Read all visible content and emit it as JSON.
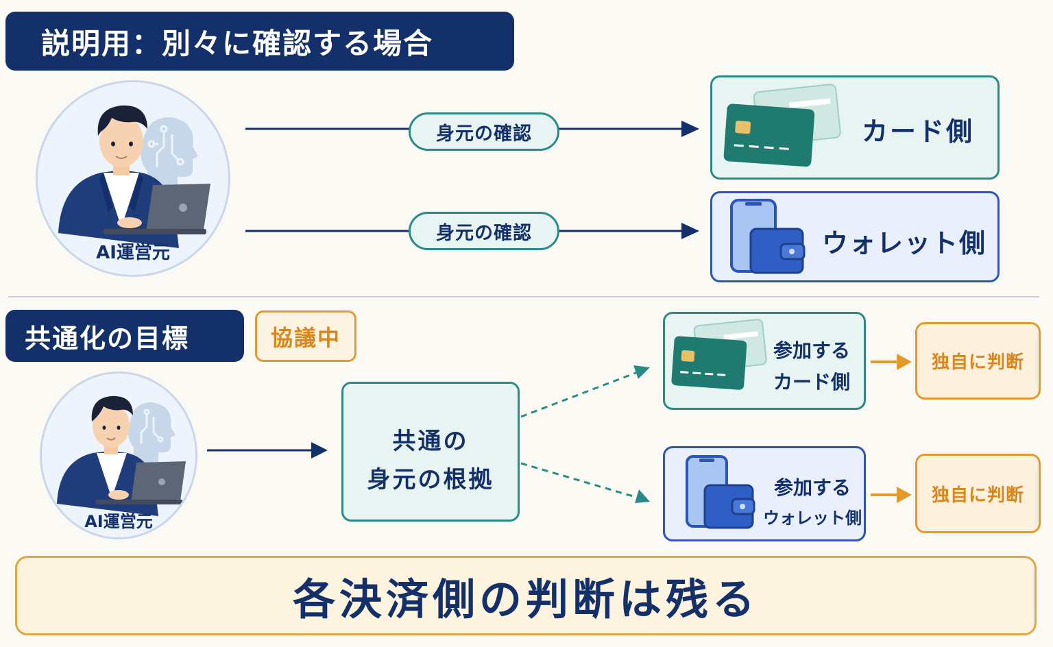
{
  "section1": {
    "title": "説明用：別々に確認する場合"
  },
  "operator": {
    "label": "AI運営元"
  },
  "verify_label": "身元の確認",
  "card_side": {
    "label": "カード側"
  },
  "wallet_side": {
    "label": "ウォレット側"
  },
  "section2": {
    "title": "共通化の目標",
    "status_badge": "協議中",
    "common_basis": {
      "line1": "共通の",
      "line2": "身元の根拠"
    },
    "participating_card": {
      "line1": "参加する",
      "line2": "カード側"
    },
    "participating_wallet": {
      "line1": "参加する",
      "line2": "ウォレット側"
    },
    "own_judgment": "独自に判断"
  },
  "conclusion": "各決済側の判断は残る",
  "colors": {
    "navy": "#14306a",
    "teal": "#2a8b86",
    "blue": "#2b55b8",
    "orange": "#e39a2d",
    "background": "#fbf9f3"
  }
}
